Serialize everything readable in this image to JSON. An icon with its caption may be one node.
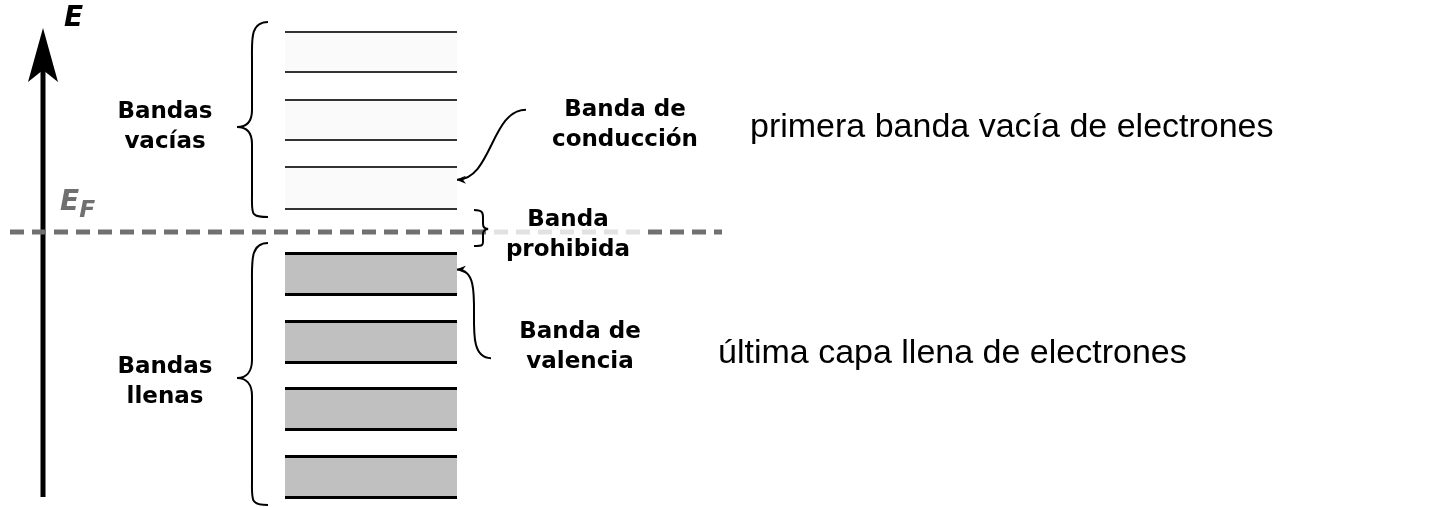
{
  "diagram": {
    "nodes": [
      {
        "text": [],
        "shape": "bar"
      },
      {
        "text": [],
        "shape": "bar"
      },
      {
        "text": [],
        "shape": "bar"
      },
      {
        "text": [],
        "shape": "bar"
      },
      {
        "text": [],
        "shape": "bar"
      },
      {
        "text": [],
        "shape": "bar"
      },
      {
        "text": [],
        "shape": "bar"
      },
      {
        "text": [
          "Banda de conducción"
        ]
      },
      {
        "text": [
          "Banda de valencia"
        ]
      }
    ],
    "edges": [
      {
        "from": 7,
        "to": 2,
        "arrow": "to"
      },
      {
        "from": 8,
        "to": 3,
        "arrow": "to"
      }
    ],
    "labels": [
      "E",
      "Bandas vacías",
      "primera banda vacía de electrones",
      "E$_{F}$",
      "Banda prohibida",
      "última capa llena de electrones",
      "Bandas llenas"
    ]
  }
}
